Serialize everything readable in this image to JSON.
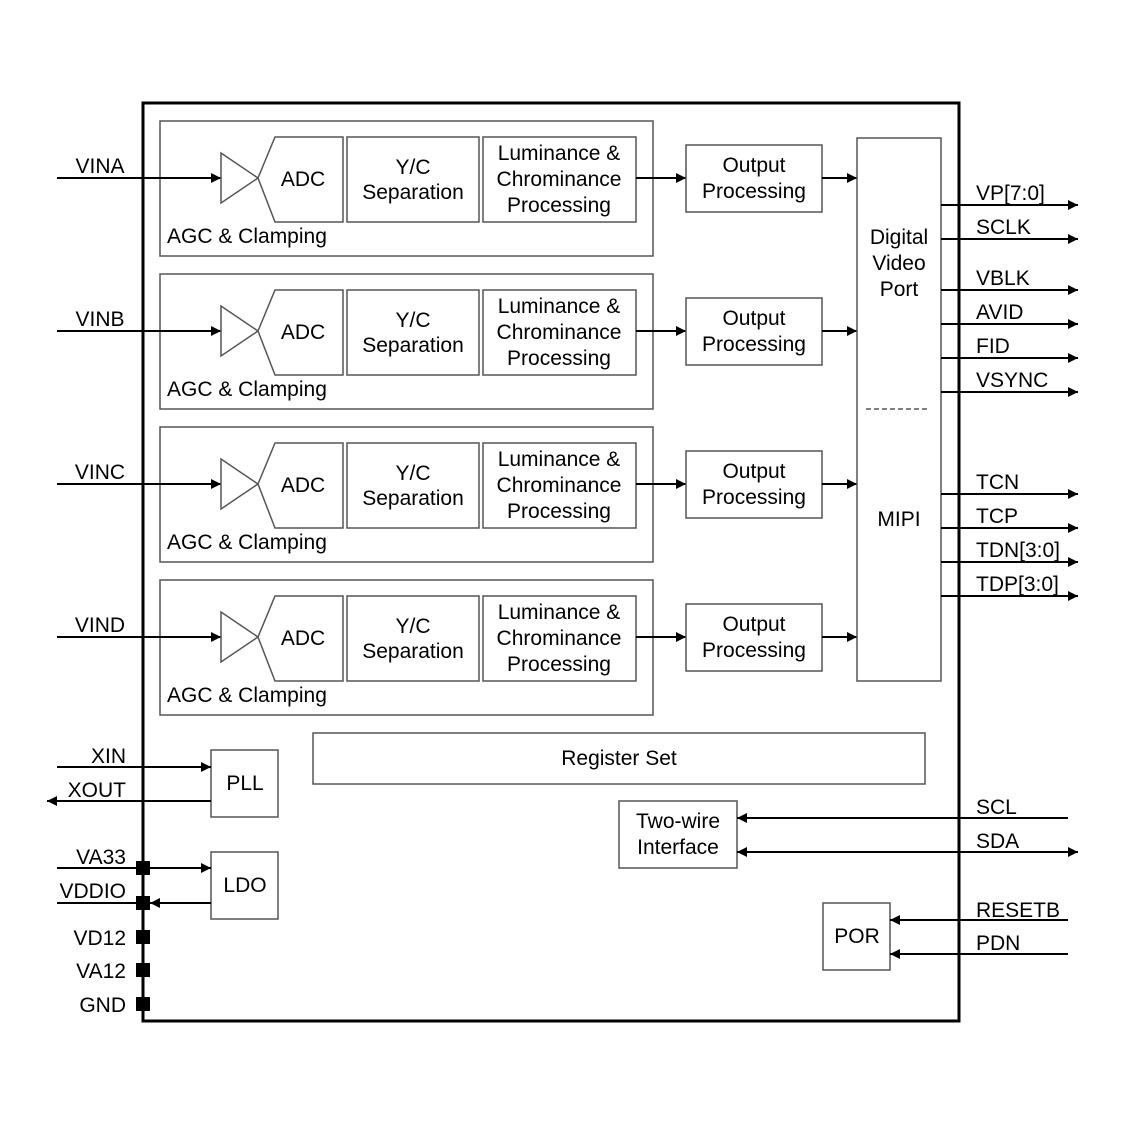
{
  "diagram": {
    "type": "block-diagram",
    "channels": [
      {
        "input": "VINA",
        "agc_label": "AGC & Clamping",
        "adc": "ADC",
        "yc": [
          "Y/C",
          "Separation"
        ],
        "lcp": [
          "Luminance &",
          "Chrominance",
          "Processing"
        ],
        "output_proc": [
          "Output",
          "Processing"
        ]
      },
      {
        "input": "VINB",
        "agc_label": "AGC & Clamping",
        "adc": "ADC",
        "yc": [
          "Y/C",
          "Separation"
        ],
        "lcp": [
          "Luminance &",
          "Chrominance",
          "Processing"
        ],
        "output_proc": [
          "Output",
          "Processing"
        ]
      },
      {
        "input": "VINC",
        "agc_label": "AGC & Clamping",
        "adc": "ADC",
        "yc": [
          "Y/C",
          "Separation"
        ],
        "lcp": [
          "Luminance &",
          "Chrominance",
          "Processing"
        ],
        "output_proc": [
          "Output",
          "Processing"
        ]
      },
      {
        "input": "VIND",
        "agc_label": "AGC & Clamping",
        "adc": "ADC",
        "yc": [
          "Y/C",
          "Separation"
        ],
        "lcp": [
          "Luminance &",
          "Chrominance",
          "Processing"
        ],
        "output_proc": [
          "Output",
          "Processing"
        ]
      }
    ],
    "dvp_label": [
      "Digital",
      "Video",
      "Port"
    ],
    "mipi_label": "MIPI",
    "dvp_outputs": [
      "VP[7:0]",
      "SCLK",
      "VBLK",
      "AVID",
      "FID",
      "VSYNC"
    ],
    "mipi_outputs": [
      "TCN",
      "TCP",
      "TDN[3:0]",
      "TDP[3:0]"
    ],
    "register_set": "Register Set",
    "pll": {
      "label": "PLL",
      "in": "XIN",
      "out": "XOUT"
    },
    "ldo": {
      "label": "LDO",
      "in": "VA33",
      "out": "VDDIO"
    },
    "power_pins": [
      "VD12",
      "VA12",
      "GND"
    ],
    "two_wire": {
      "label": [
        "Two-wire",
        "Interface"
      ],
      "signals": [
        "SCL",
        "SDA"
      ]
    },
    "por": {
      "label": "POR",
      "signals": [
        "RESETB",
        "PDN"
      ]
    }
  }
}
